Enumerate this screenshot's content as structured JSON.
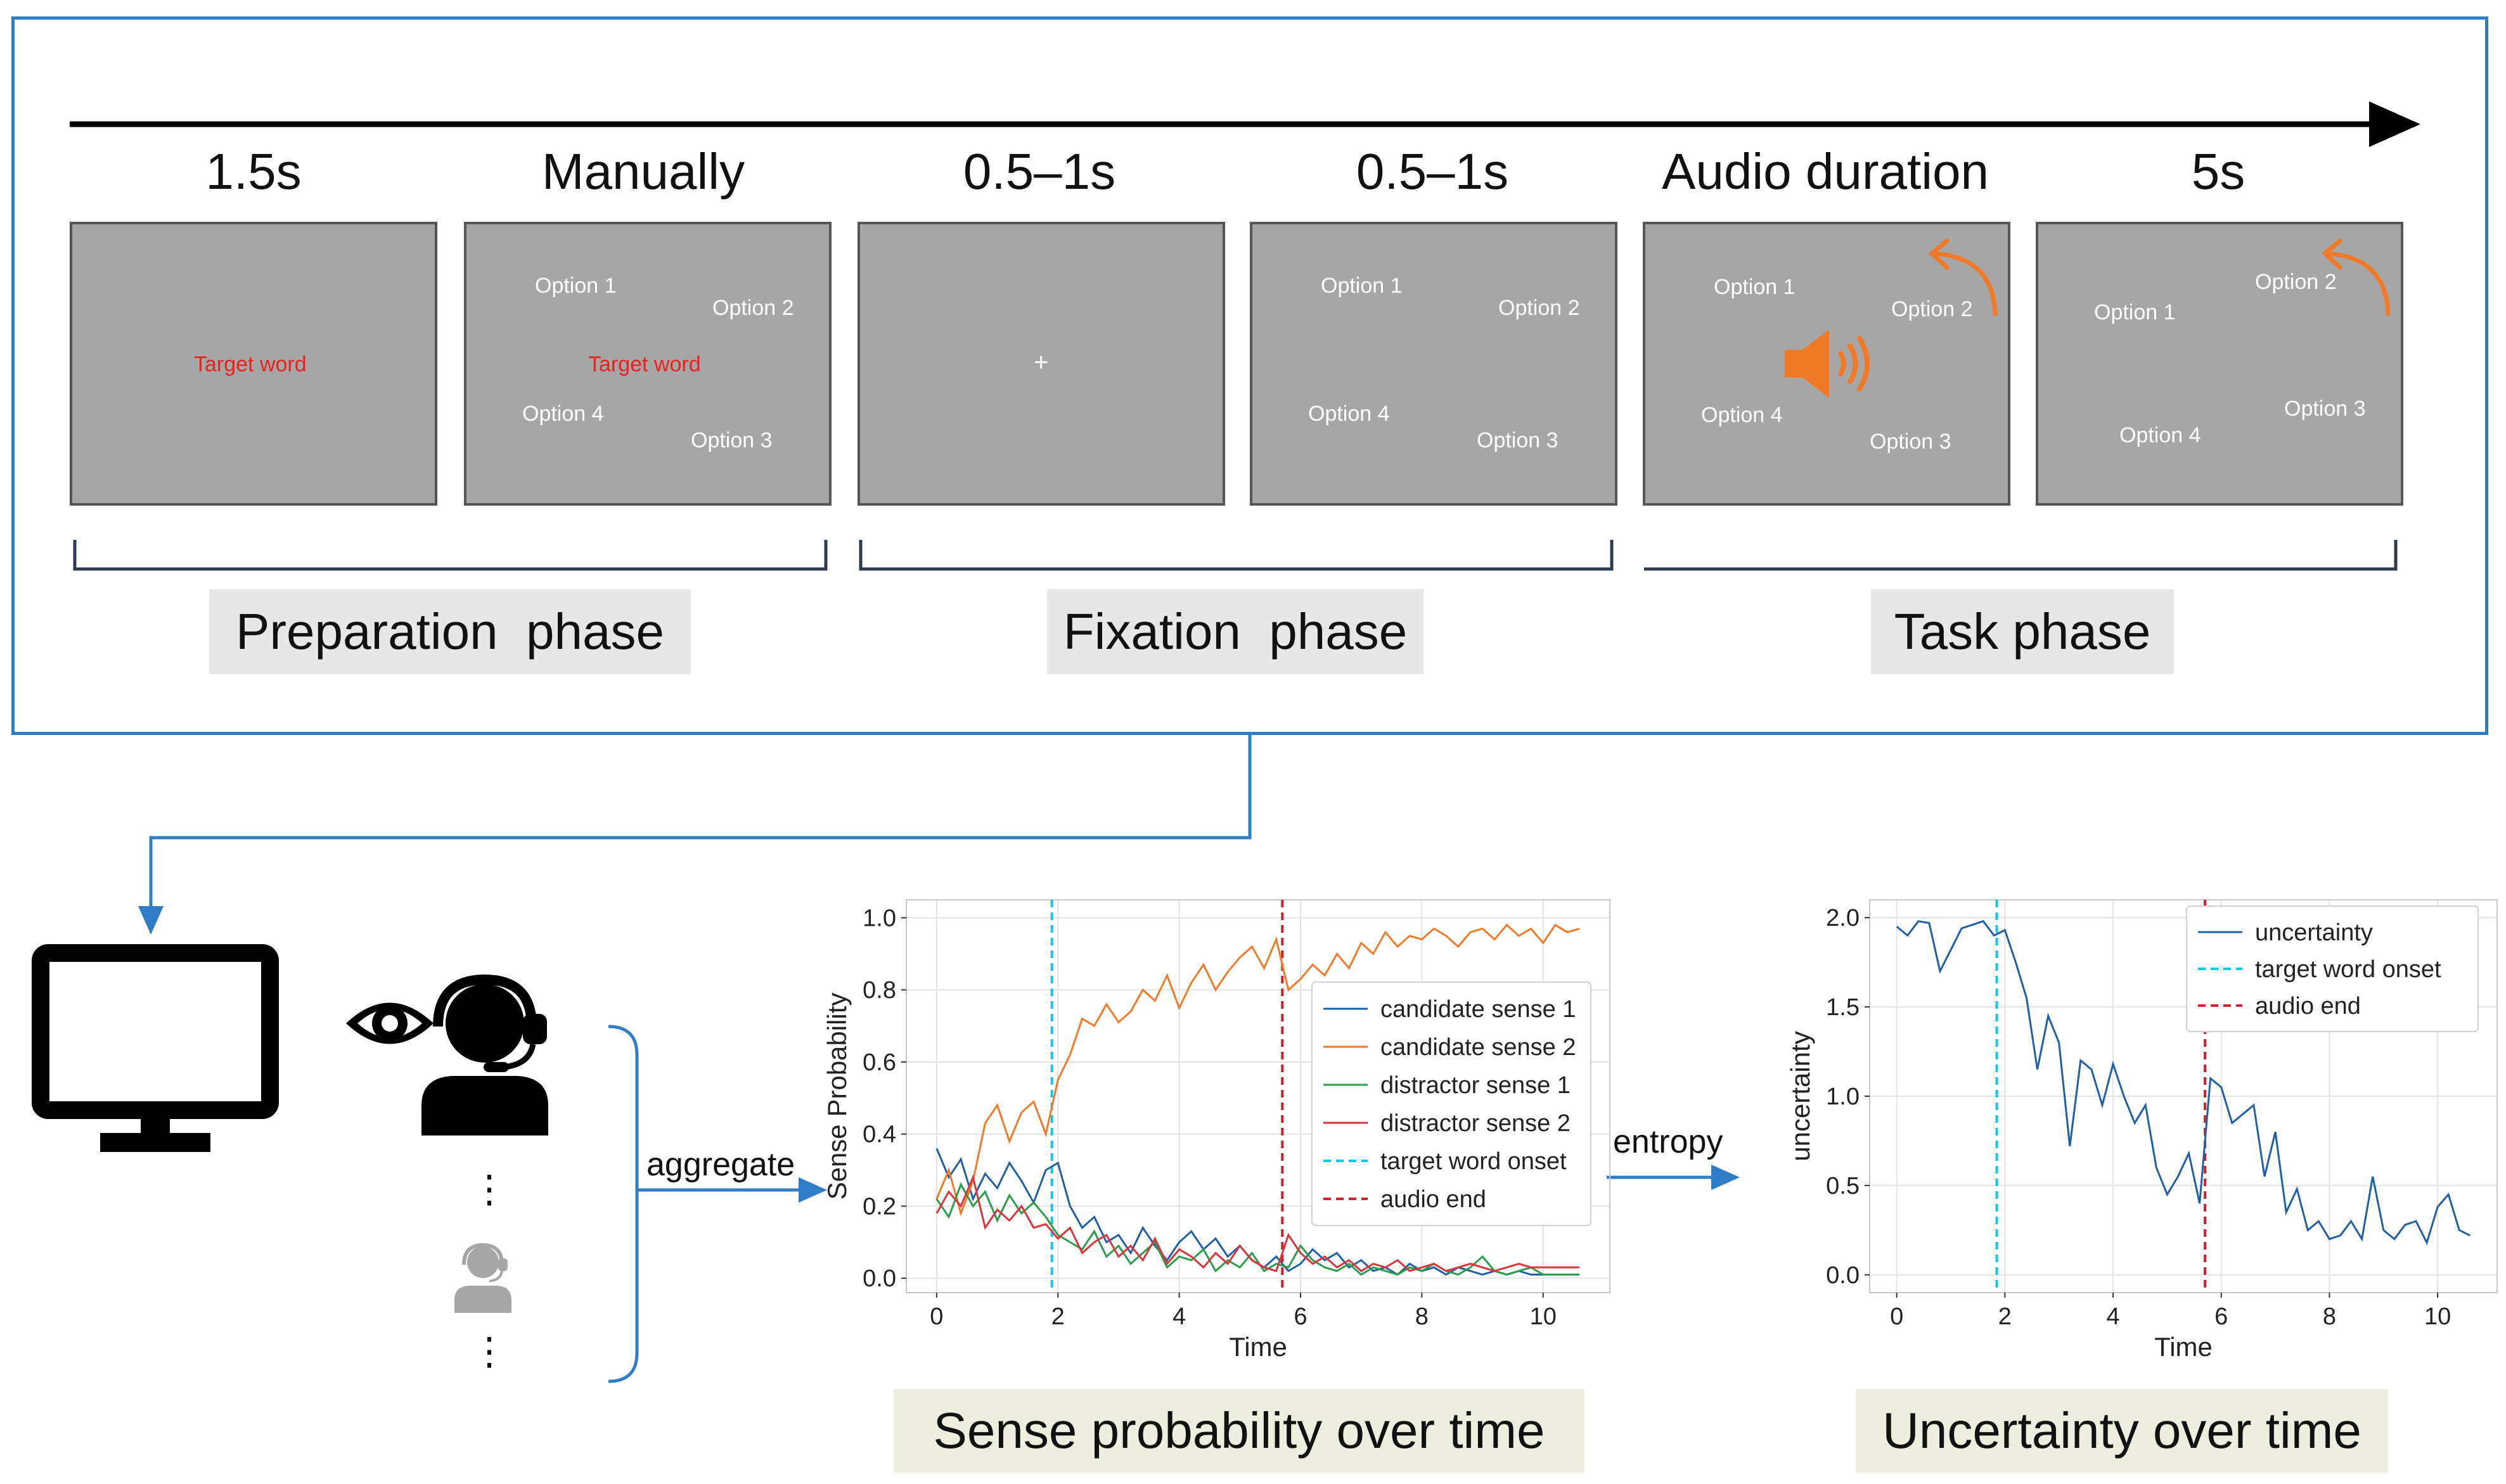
{
  "timeline": {
    "timings": [
      "1.5s",
      "Manually",
      "0.5–1s",
      "0.5–1s",
      "Audio duration",
      "5s"
    ],
    "phases": [
      "Preparation  phase",
      "Fixation  phase",
      "Task phase"
    ]
  },
  "screens": {
    "target_word": "Target word",
    "fixation": "+",
    "options": [
      "Option 1",
      "Option 2",
      "Option 3",
      "Option 4"
    ]
  },
  "icons": [
    "monitor-icon",
    "eye-icon",
    "participant-headset-icon",
    "speaker-icon",
    "replay-arrow-icon"
  ],
  "colors": {
    "frame": "#2f7cc7",
    "target_word": "#e8231f",
    "speaker": "#f07a28",
    "screen": "#a6a6a6"
  },
  "flow": {
    "ellipsis": "⋮",
    "aggregate_label": "aggregate",
    "entropy_label": "entropy"
  },
  "chart_data": [
    {
      "type": "line",
      "caption": "Sense probability over time",
      "xlabel": "Time",
      "ylabel": "Sense Probability",
      "xlim": [
        -0.5,
        11.1
      ],
      "ylim": [
        -0.04,
        1.05
      ],
      "xticks": [
        0,
        2,
        4,
        6,
        8,
        10
      ],
      "yticks": [
        0.0,
        0.2,
        0.4,
        0.6,
        0.8,
        1.0
      ],
      "grid": true,
      "legend_position": "right",
      "x": [
        0,
        0.2,
        0.4,
        0.6,
        0.8,
        1.0,
        1.2,
        1.4,
        1.6,
        1.8,
        2.0,
        2.2,
        2.4,
        2.6,
        2.8,
        3.0,
        3.2,
        3.4,
        3.6,
        3.8,
        4.0,
        4.2,
        4.4,
        4.6,
        4.8,
        5.0,
        5.2,
        5.4,
        5.6,
        5.8,
        6.0,
        6.2,
        6.4,
        6.6,
        6.8,
        7.0,
        7.2,
        7.4,
        7.6,
        7.8,
        8.0,
        8.2,
        8.4,
        8.6,
        8.8,
        9.0,
        9.2,
        9.4,
        9.6,
        9.8,
        10.0,
        10.2,
        10.4,
        10.6
      ],
      "series": [
        {
          "name": "candidate sense 1",
          "color": "#1f5fa8",
          "values": [
            0.36,
            0.28,
            0.33,
            0.22,
            0.29,
            0.25,
            0.32,
            0.27,
            0.21,
            0.3,
            0.32,
            0.2,
            0.14,
            0.17,
            0.1,
            0.12,
            0.07,
            0.14,
            0.09,
            0.05,
            0.1,
            0.13,
            0.08,
            0.11,
            0.06,
            0.09,
            0.05,
            0.03,
            0.06,
            0.02,
            0.04,
            0.08,
            0.05,
            0.07,
            0.03,
            0.05,
            0.02,
            0.03,
            0.01,
            0.04,
            0.02,
            0.03,
            0.01,
            0.03,
            0.02,
            0.01,
            0.02,
            0.01,
            0.02,
            0.01,
            0.01,
            0.01,
            0.01,
            0.01
          ]
        },
        {
          "name": "candidate sense 2",
          "color": "#f07a28",
          "values": [
            0.22,
            0.3,
            0.18,
            0.27,
            0.43,
            0.48,
            0.38,
            0.46,
            0.49,
            0.4,
            0.55,
            0.62,
            0.72,
            0.7,
            0.76,
            0.71,
            0.74,
            0.8,
            0.77,
            0.84,
            0.75,
            0.82,
            0.87,
            0.8,
            0.85,
            0.89,
            0.92,
            0.86,
            0.94,
            0.8,
            0.83,
            0.87,
            0.84,
            0.9,
            0.86,
            0.93,
            0.9,
            0.96,
            0.92,
            0.95,
            0.94,
            0.97,
            0.95,
            0.92,
            0.96,
            0.97,
            0.94,
            0.98,
            0.95,
            0.97,
            0.93,
            0.98,
            0.96,
            0.97
          ]
        },
        {
          "name": "distractor sense 1",
          "color": "#2a9d4a",
          "values": [
            0.22,
            0.17,
            0.26,
            0.2,
            0.24,
            0.16,
            0.23,
            0.18,
            0.21,
            0.17,
            0.12,
            0.1,
            0.08,
            0.13,
            0.06,
            0.09,
            0.04,
            0.07,
            0.1,
            0.03,
            0.06,
            0.05,
            0.08,
            0.02,
            0.05,
            0.03,
            0.07,
            0.02,
            0.04,
            0.03,
            0.09,
            0.05,
            0.03,
            0.02,
            0.04,
            0.01,
            0.03,
            0.02,
            0.01,
            0.03,
            0.02,
            0.04,
            0.02,
            0.01,
            0.03,
            0.06,
            0.02,
            0.01,
            0.02,
            0.03,
            0.01,
            0.01,
            0.01,
            0.01
          ]
        },
        {
          "name": "distractor sense 2",
          "color": "#d8363c",
          "values": [
            0.18,
            0.24,
            0.2,
            0.28,
            0.14,
            0.19,
            0.16,
            0.2,
            0.14,
            0.15,
            0.11,
            0.14,
            0.07,
            0.1,
            0.12,
            0.06,
            0.09,
            0.05,
            0.11,
            0.04,
            0.08,
            0.06,
            0.03,
            0.07,
            0.04,
            0.09,
            0.05,
            0.03,
            0.02,
            0.12,
            0.07,
            0.04,
            0.06,
            0.03,
            0.05,
            0.02,
            0.04,
            0.03,
            0.05,
            0.02,
            0.03,
            0.04,
            0.02,
            0.03,
            0.04,
            0.03,
            0.02,
            0.03,
            0.04,
            0.03,
            0.03,
            0.03,
            0.03,
            0.03
          ]
        }
      ],
      "vlines": [
        {
          "name": "target word onset",
          "x": 1.9,
          "color": "#12c8e0"
        },
        {
          "name": "audio end",
          "x": 5.7,
          "color": "#d81e2c"
        }
      ]
    },
    {
      "type": "line",
      "caption": "Uncertainty over time",
      "xlabel": "Time",
      "ylabel": "uncertainty",
      "xlim": [
        -0.5,
        11.1
      ],
      "ylim": [
        -0.1,
        2.1
      ],
      "xticks": [
        0,
        2,
        4,
        6,
        8,
        10
      ],
      "yticks": [
        0.0,
        0.5,
        1.0,
        1.5,
        2.0
      ],
      "grid": true,
      "legend_position": "top-right",
      "x": [
        0,
        0.2,
        0.4,
        0.6,
        0.8,
        1.0,
        1.2,
        1.4,
        1.6,
        1.8,
        2.0,
        2.2,
        2.4,
        2.6,
        2.8,
        3.0,
        3.2,
        3.4,
        3.6,
        3.8,
        4.0,
        4.2,
        4.4,
        4.6,
        4.8,
        5.0,
        5.2,
        5.4,
        5.6,
        5.8,
        6.0,
        6.2,
        6.4,
        6.6,
        6.8,
        7.0,
        7.2,
        7.4,
        7.6,
        7.8,
        8.0,
        8.2,
        8.4,
        8.6,
        8.8,
        9.0,
        9.2,
        9.4,
        9.6,
        9.8,
        10.0,
        10.2,
        10.4,
        10.6
      ],
      "series": [
        {
          "name": "uncertainty",
          "color": "#1f5fa8",
          "values": [
            1.95,
            1.9,
            1.98,
            1.97,
            1.7,
            1.82,
            1.94,
            1.96,
            1.98,
            1.9,
            1.93,
            1.75,
            1.55,
            1.15,
            1.45,
            1.3,
            0.72,
            1.2,
            1.15,
            0.95,
            1.18,
            1.0,
            0.85,
            0.95,
            0.6,
            0.45,
            0.55,
            0.68,
            0.4,
            1.1,
            1.05,
            0.85,
            0.9,
            0.95,
            0.55,
            0.8,
            0.35,
            0.48,
            0.25,
            0.3,
            0.2,
            0.22,
            0.3,
            0.2,
            0.55,
            0.25,
            0.2,
            0.28,
            0.3,
            0.18,
            0.38,
            0.45,
            0.25,
            0.22
          ]
        }
      ],
      "vlines": [
        {
          "name": "target word onset",
          "x": 1.85,
          "color": "#12c8e0"
        },
        {
          "name": "audio end",
          "x": 5.7,
          "color": "#d81e2c"
        }
      ]
    }
  ]
}
